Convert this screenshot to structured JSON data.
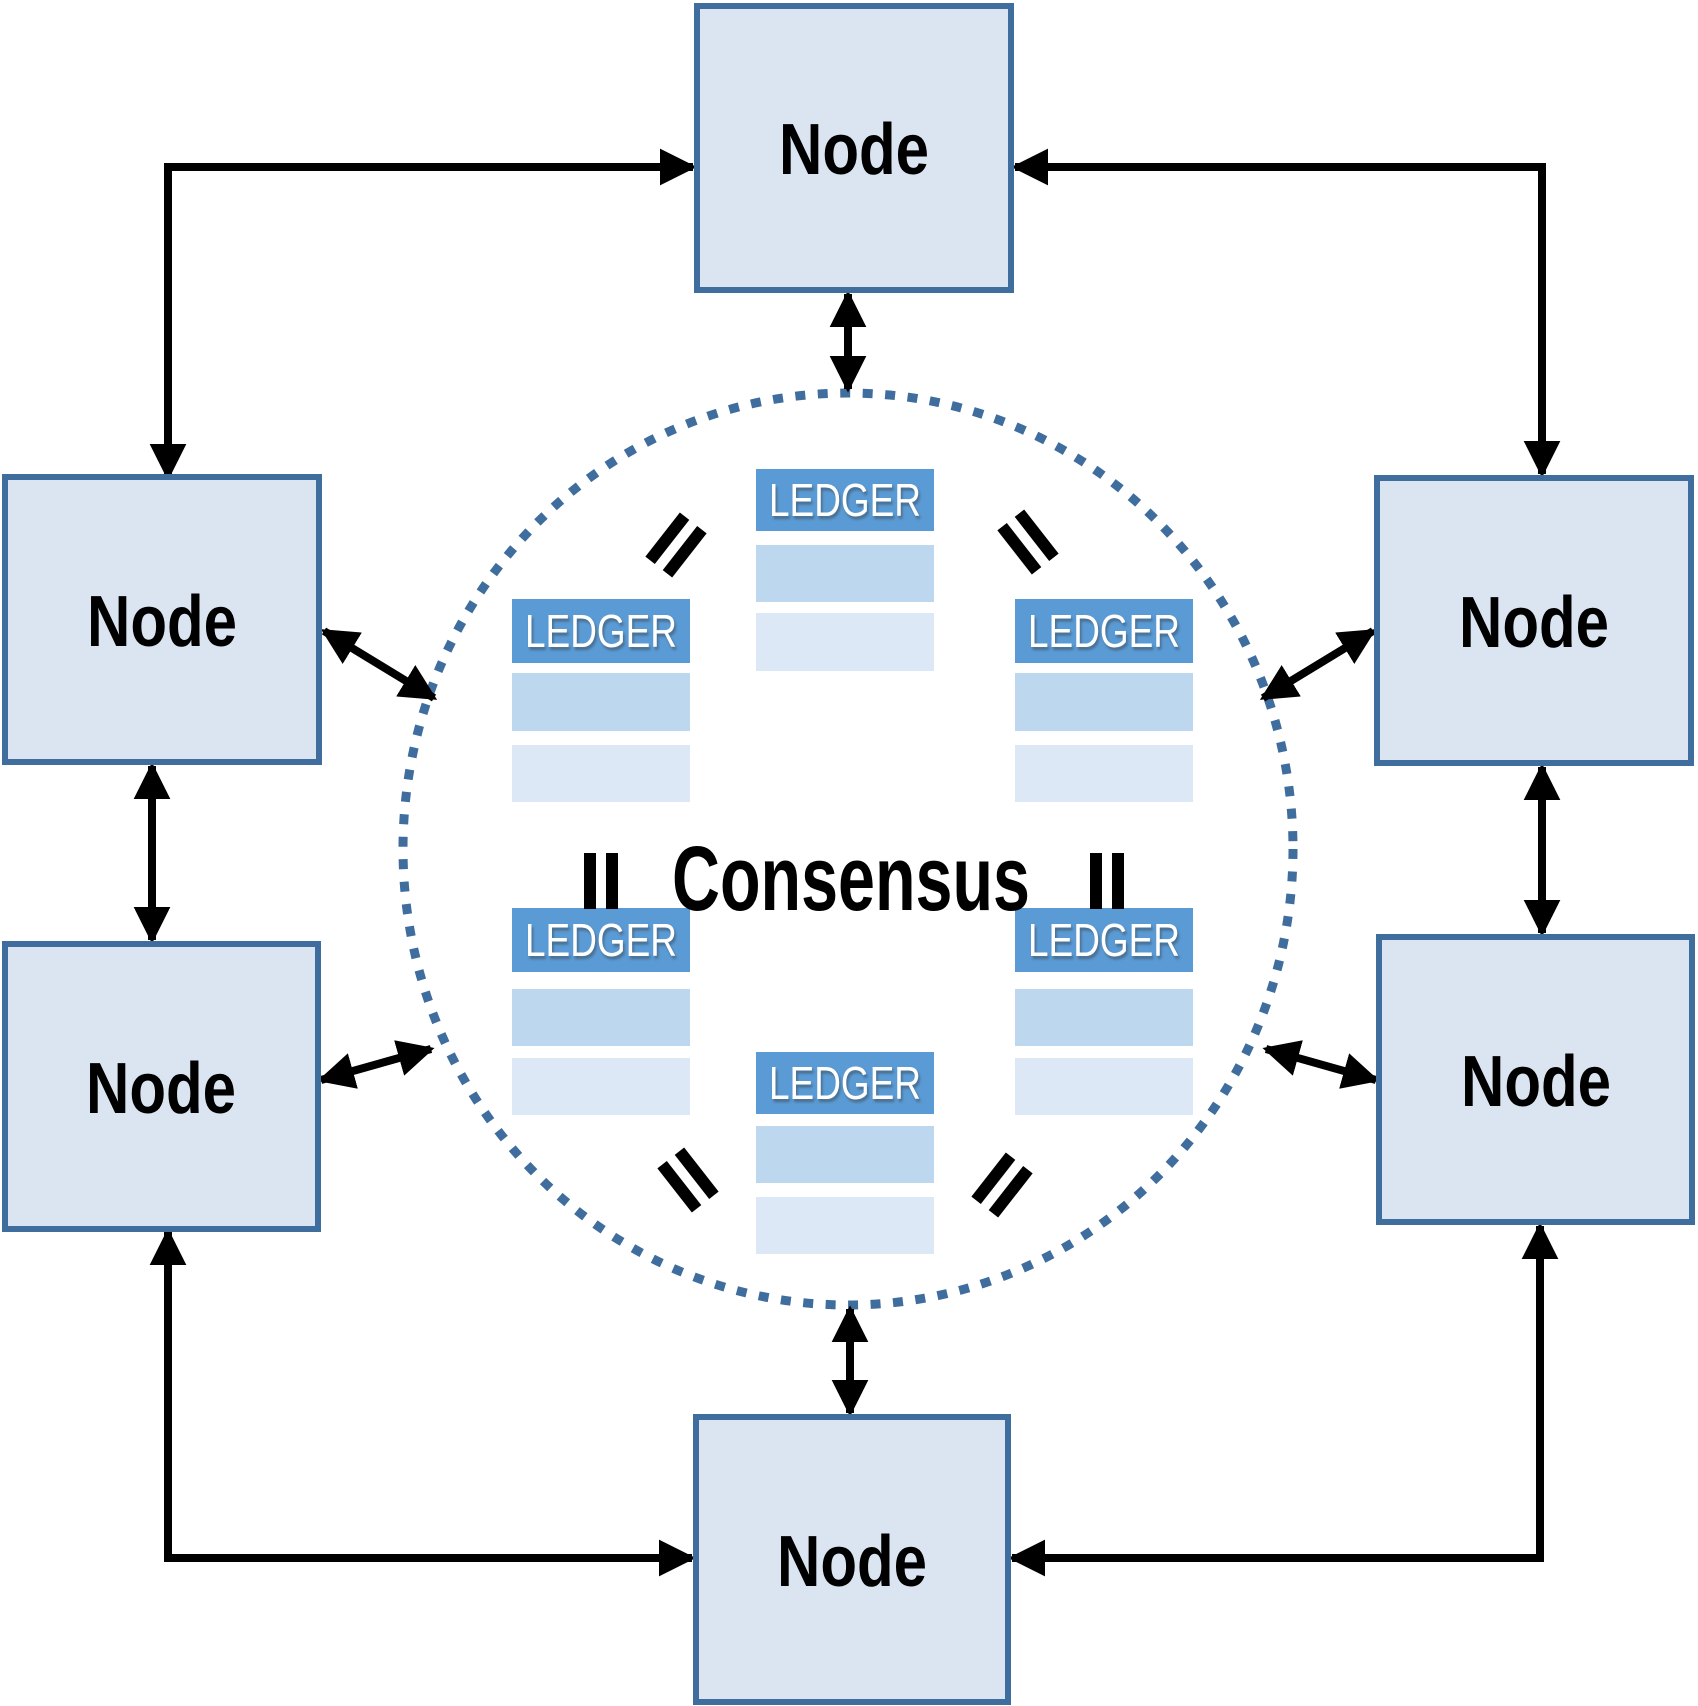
{
  "diagram": {
    "center_label": "Consensus"
  },
  "nodes": [
    {
      "id": "top",
      "label": "Node"
    },
    {
      "id": "upper-left",
      "label": "Node"
    },
    {
      "id": "upper-right",
      "label": "Node"
    },
    {
      "id": "lower-left",
      "label": "Node"
    },
    {
      "id": "lower-right",
      "label": "Node"
    },
    {
      "id": "bottom",
      "label": "Node"
    }
  ],
  "ledgers": [
    {
      "id": "top-center",
      "label": "LEDGER"
    },
    {
      "id": "upper-left",
      "label": "LEDGER"
    },
    {
      "id": "upper-right",
      "label": "LEDGER"
    },
    {
      "id": "lower-left",
      "label": "LEDGER"
    },
    {
      "id": "lower-right",
      "label": "LEDGER"
    },
    {
      "id": "bottom-center",
      "label": "LEDGER"
    }
  ],
  "colors": {
    "node_fill": "#dbe5f1",
    "node_border": "#3f6e9e",
    "ledger_header": "#5b9bd5",
    "ledger_row1": "#bdd7ee",
    "ledger_row2": "#dce8f5",
    "ledger_text": "#ffffff",
    "circle_dot": "#3e6d9e",
    "arrow": "#000000",
    "label_text": "#000000"
  }
}
